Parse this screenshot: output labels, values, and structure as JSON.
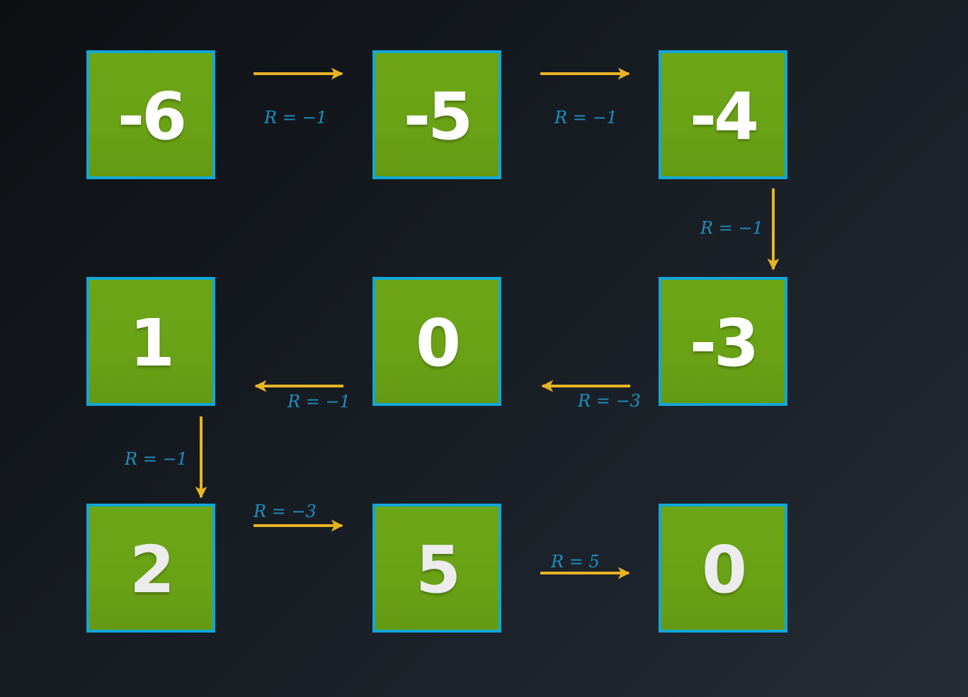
{
  "colors": {
    "cell_fill": "#6aa216",
    "cell_border": "#12a7d8",
    "arrow": "#e8b423",
    "reward_text": "#1e8fbf",
    "value_text": "#ffffff"
  },
  "grid": {
    "rows": [
      [
        "-6",
        "-5",
        "-4"
      ],
      [
        "1",
        "0",
        "-3"
      ],
      [
        "2",
        "5",
        "0"
      ]
    ]
  },
  "transitions": [
    {
      "from": "-6",
      "to": "-5",
      "direction": "right",
      "reward": "R = −1"
    },
    {
      "from": "-5",
      "to": "-4",
      "direction": "right",
      "reward": "R = −1"
    },
    {
      "from": "-4",
      "to": "-3",
      "direction": "down",
      "reward": "R = −1"
    },
    {
      "from": "-3",
      "to": "0",
      "direction": "left",
      "reward": "R = −3"
    },
    {
      "from": "0",
      "to": "1",
      "direction": "left",
      "reward": "R = −1"
    },
    {
      "from": "1",
      "to": "2",
      "direction": "down",
      "reward": "R = −1"
    },
    {
      "from": "2",
      "to": "5",
      "direction": "right",
      "reward": "R = −3"
    },
    {
      "from": "5",
      "to": "0",
      "direction": "right",
      "reward": "R = 5"
    }
  ]
}
